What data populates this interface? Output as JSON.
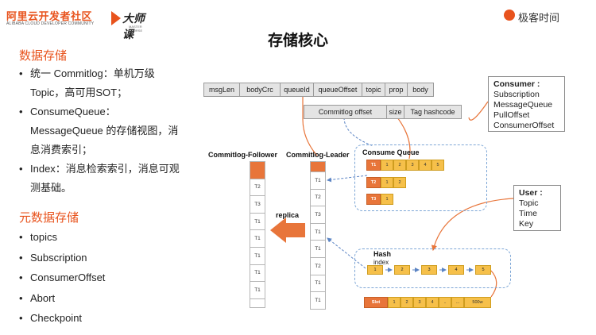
{
  "header": {
    "aliyun_logo": "阿里云开发者社区",
    "aliyun_sub": "ALIBABA CLOUD DEVELOPER COMMUNITY",
    "dashike_logo": "大师课",
    "dashike_sub": "MASTER COURSE",
    "geekbang_logo": "极客时间"
  },
  "title": "存储核心",
  "left": {
    "section1": "数据存储",
    "items1": [
      "统一 Commitlog：单机万级",
      "Topic，高可用SOT；",
      "ConsumeQueue：",
      "MessageQueue 的存储视图，消",
      "息消费索引；",
      "Index：消息检索索引，消息可观",
      "测基础。"
    ],
    "section2": "元数据存储",
    "items2": [
      "topics",
      "Subscription",
      "ConsumerOffset",
      "Abort",
      "Checkpoint"
    ],
    "bullet": "•"
  },
  "diagram": {
    "message_fields": [
      "msgLen",
      "bodyCrc",
      "queueId",
      "queueOffset",
      "topic",
      "prop",
      "body"
    ],
    "cq_fields": [
      "Commitlog offset",
      "size",
      "Tag hashcode"
    ],
    "consumer_box": {
      "title": "Consumer :",
      "lines": [
        "Subscription",
        "MessageQueue",
        "PullOffset",
        "ConsumerOffset"
      ]
    },
    "user_box": {
      "title": "User :",
      "lines": [
        "Topic",
        "Time",
        "Key"
      ]
    },
    "follower_label": "Commitlog-Follower",
    "leader_label": "Commitlog-Leader",
    "replica_label": "replica",
    "follower_cells": [
      "",
      "T2",
      "T3",
      "T1",
      "T1",
      "T1",
      "T1",
      "T1"
    ],
    "commitlog_cells": [
      "T1",
      "T2",
      "T3",
      "T1",
      "T1",
      "T2",
      "T1",
      "T1"
    ],
    "consume_queue_label": "Consume Queue",
    "queues": [
      {
        "name": "T1",
        "cells": [
          "1",
          "2",
          "3",
          "4",
          "5"
        ]
      },
      {
        "name": "T2",
        "cells": [
          "1",
          "2"
        ]
      },
      {
        "name": "T3",
        "cells": [
          "1"
        ]
      }
    ],
    "hash_label": "Hash",
    "index_label": "index",
    "hash_cells": [
      "1",
      "2",
      "3",
      "4",
      "5"
    ],
    "slot_label": "Slot",
    "slot_cells": [
      "1",
      "2",
      "3",
      "4",
      "..",
      "...",
      "500w"
    ]
  },
  "colors": {
    "accent": "#e8531d",
    "orange_cell": "#e8753a",
    "yellow_cell": "#f6c04a",
    "dashed_blue": "#7da6d6",
    "gray_cell": "#e4e4e4"
  }
}
